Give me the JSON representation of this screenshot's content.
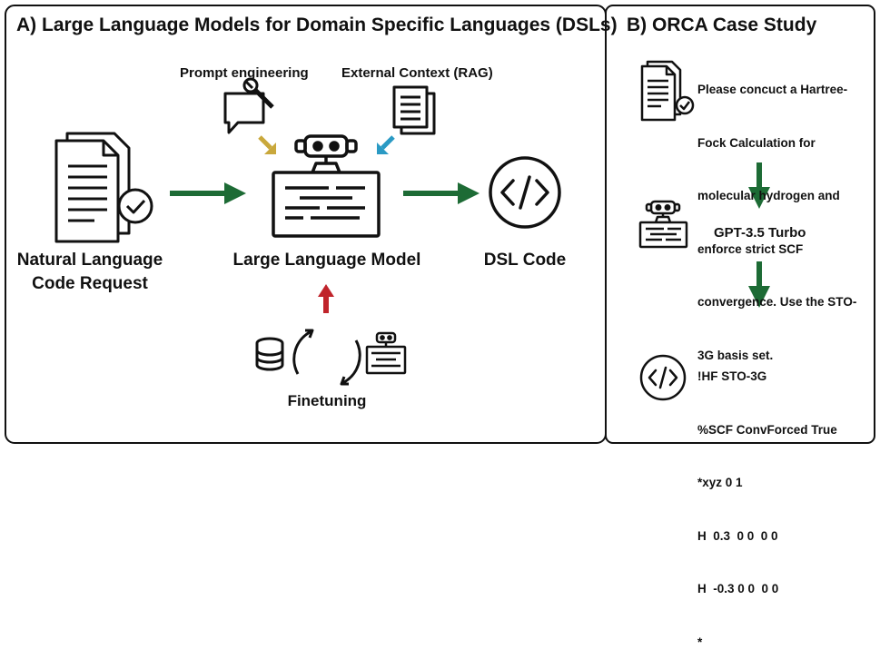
{
  "panel_a": {
    "title": "A)  Large Language Models for Domain Specific Languages (DSLs)",
    "prompt_engineering_label": "Prompt engineering",
    "external_context_label": "External Context (RAG)",
    "natural_language_label_line1": "Natural Language",
    "natural_language_label_line2": "Code Request",
    "llm_label": "Large Language Model",
    "dsl_code_label": "DSL Code",
    "finetuning_label": "Finetuning"
  },
  "panel_b": {
    "title": "B)  ORCA Case Study",
    "prompt_lines": [
      "Please concuct a Hartree-",
      "Fock Calculation for",
      "molecular hydrogen and",
      "enforce strict SCF",
      "convergence. Use the STO-",
      "3G basis set."
    ],
    "model_label": "GPT-3.5 Turbo",
    "code_lines": [
      "!HF STO-3G",
      "%SCF ConvForced True",
      "*xyz 0 1",
      "H  0.3  0 0  0 0",
      "H  -0.3 0 0  0 0",
      "*"
    ]
  },
  "colors": {
    "green_arrow": "#1d6b35",
    "yellow_arrow": "#c9a83c",
    "blue_arrow": "#2a9ac4",
    "red_arrow": "#c0242b"
  }
}
